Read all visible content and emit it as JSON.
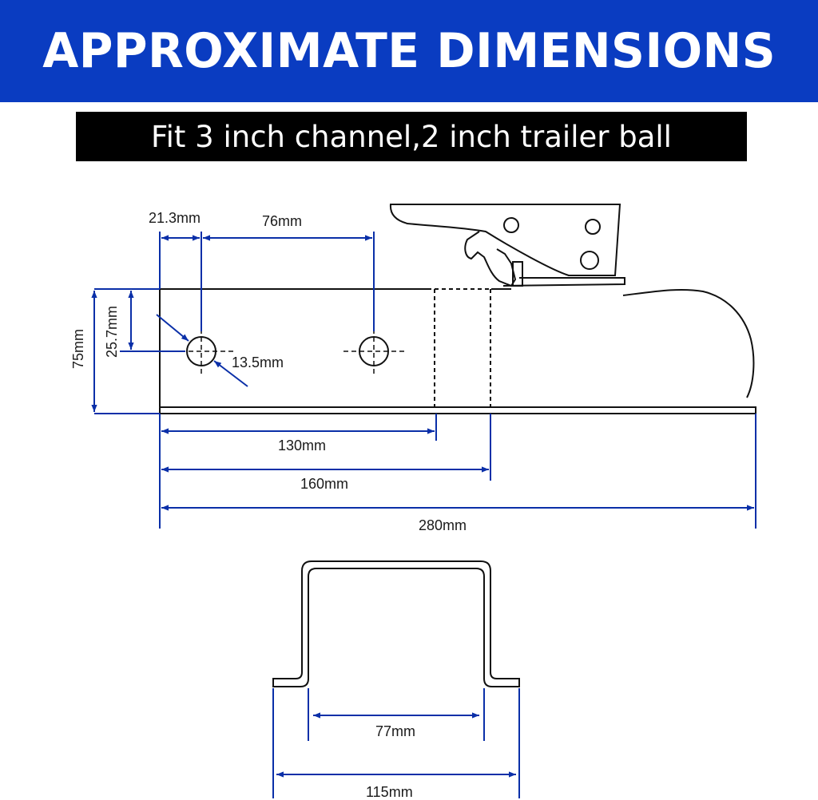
{
  "header": {
    "title": "APPROXIMATE DIMENSIONS",
    "subtitle": "Fit 3 inch channel,2 inch trailer ball"
  },
  "dimensions": {
    "hole_edge_offset": "21.3mm",
    "hole_spacing": "76mm",
    "hole_height": "25.7mm",
    "body_height": "75mm",
    "hole_diameter": "13.5mm",
    "length_a": "130mm",
    "length_b": "160mm",
    "overall_length": "280mm",
    "inner_width": "77mm",
    "outer_width": "115mm"
  },
  "colors": {
    "title_bg": "#0a3cc1",
    "subtitle_bg": "#000000",
    "dimension_line": "#0a2fa8",
    "outline": "#111111"
  }
}
